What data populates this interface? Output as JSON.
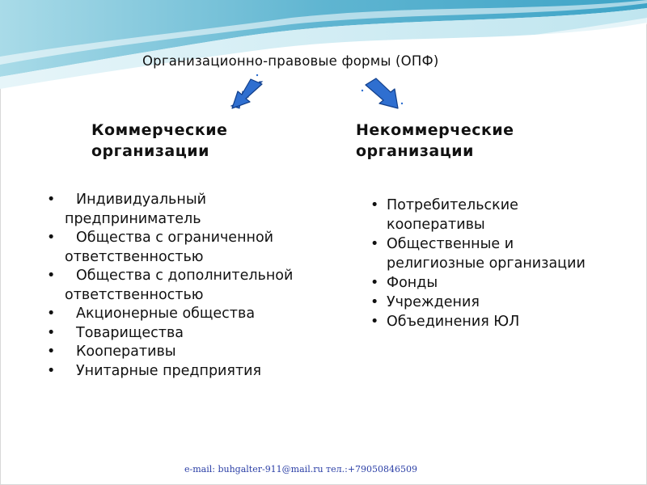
{
  "slide": {
    "title": "Организационно-правовые формы (ОПФ)",
    "left": {
      "heading_line1": "Коммерческие",
      "heading_line2": "организации",
      "items": [
        "Индивидуальный предприниматель",
        "Общества с ограниченной ответственностью",
        "Общества с дополнительной ответственностью",
        "Акционерные общества",
        "Товарищества",
        "Кооперативы",
        "Унитарные предприятия"
      ]
    },
    "right": {
      "heading_line1": "Некоммерческие",
      "heading_line2": "организации",
      "items": [
        "Потребительские кооперативы",
        "Общественные и религиозные организации",
        "Фонды",
        "Учреждения",
        "Объединения ЮЛ"
      ]
    },
    "bullet": "•",
    "footer": "e-mail: buhgalter-911@mail.ru  тел.:+79050846509",
    "colors": {
      "arrow": "#2f6fd0",
      "wave_dark": "#6ec0d8",
      "wave_light": "#cdebf3",
      "footer": "#2b3fa6"
    }
  }
}
